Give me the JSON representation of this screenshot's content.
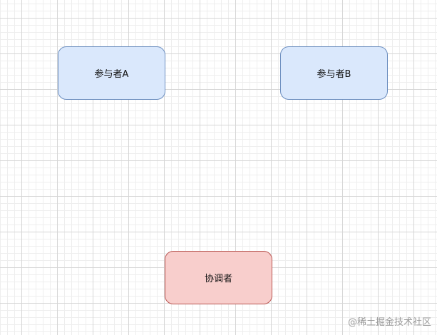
{
  "diagram": {
    "nodes": [
      {
        "id": "participant-a",
        "label": "参与者A",
        "fill": "#dae8fc",
        "stroke": "#6c8ebf"
      },
      {
        "id": "participant-b",
        "label": "参与者B",
        "fill": "#dae8fc",
        "stroke": "#6c8ebf"
      },
      {
        "id": "coordinator",
        "label": "协调者",
        "fill": "#f8cecc",
        "stroke": "#b85450"
      }
    ]
  },
  "watermark": "@稀土掘金技术社区"
}
